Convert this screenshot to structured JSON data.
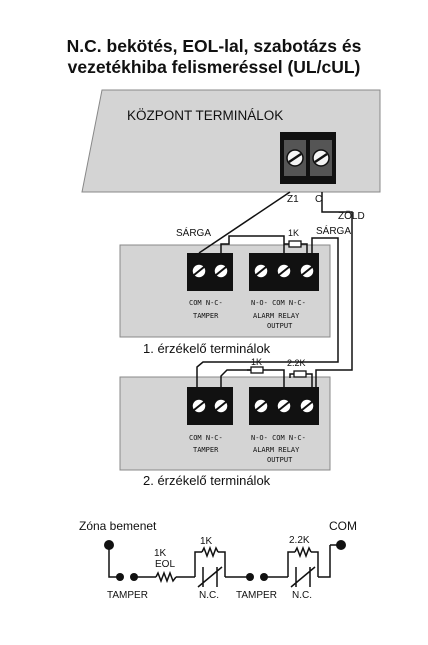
{
  "title": {
    "line1": "N.C. bekötés, EOL-lal, szabotázs és",
    "line2": "vezetékhiba felismeréssel (UL/cUL)"
  },
  "panel": {
    "label": "KÖZPONT TERMINÁLOK",
    "z1": "Z1",
    "c": "C"
  },
  "wires": {
    "sarga_left": "SÁRGA",
    "sarga_right": "SÁRGA",
    "zold": "ZÖLD"
  },
  "detector1": {
    "caption": "1. érzékelő terminálok",
    "resistor": "1K",
    "tamper_terms": "COM N-C-",
    "tamper_label": "TAMPER",
    "relay_terms": "N-O- COM N-C-",
    "relay_label1": "ALARM RELAY",
    "relay_label2": "OUTPUT"
  },
  "detector2": {
    "caption": "2. érzékelő terminálok",
    "resistor1": "1K",
    "resistor2": "2.2K",
    "tamper_terms": "COM N-C-",
    "tamper_label": "TAMPER",
    "relay_terms": "N-O- COM N-C-",
    "relay_label1": "ALARM RELAY",
    "relay_label2": "OUTPUT"
  },
  "schematic": {
    "zone_input": "Zóna bemenet",
    "com": "COM",
    "eol_resistor": "1K",
    "eol": "EOL",
    "r1": "1K",
    "r2": "2.2K",
    "tamper1": "TAMPER",
    "nc1": "N.C.",
    "tamper2": "TAMPER",
    "nc2": "N.C."
  },
  "colors": {
    "board": "#d4d4d4",
    "terminal": "#111111",
    "line": "#111111"
  }
}
